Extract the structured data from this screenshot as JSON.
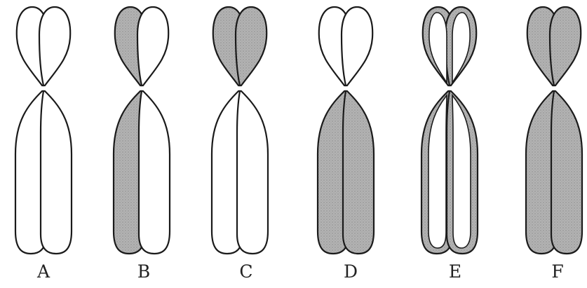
{
  "figure": {
    "panels": [
      {
        "label": "A",
        "shaded": []
      },
      {
        "label": "B",
        "shaded": [
          "upper-left-arm",
          "lower-left-arm",
          "centromere-left-half"
        ]
      },
      {
        "label": "C",
        "shaded": [
          "upper-left-arm",
          "upper-right-arm",
          "centromere"
        ]
      },
      {
        "label": "D",
        "shaded": [
          "lower-left-arm",
          "lower-right-arm",
          "centromere"
        ]
      },
      {
        "label": "E",
        "shaded": [
          "strand-along-all-arms"
        ]
      },
      {
        "label": "F",
        "shaded": [
          "all"
        ]
      }
    ],
    "colors": {
      "outline": "#1a1a1a",
      "shade": "#a9a9a9",
      "unshaded": "#ffffff"
    }
  }
}
